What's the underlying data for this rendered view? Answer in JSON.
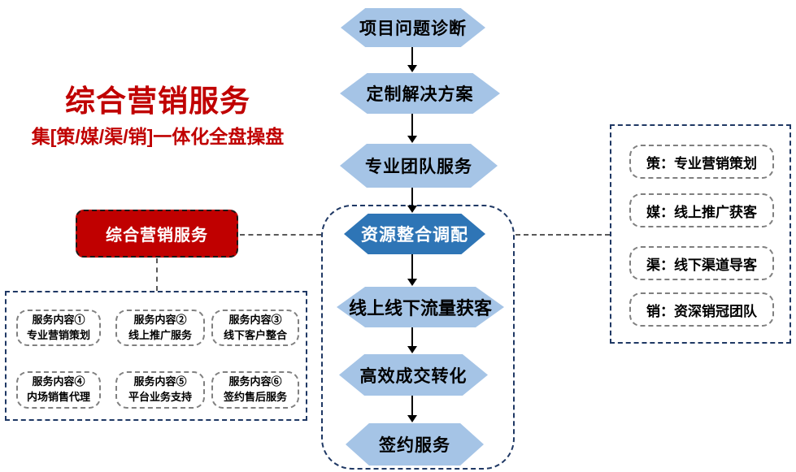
{
  "title": {
    "text": "综合营销服务",
    "color": "#C00000"
  },
  "subtitle": {
    "text": "集[策/媒/渠/销]一体化全盘操盘",
    "color": "#C00000"
  },
  "red_box": {
    "label": "综合营销服务",
    "fill": "#C00000",
    "text_color": "#FFFFFF"
  },
  "flow": {
    "steps": [
      {
        "label": "项目问题诊断",
        "variant": "light"
      },
      {
        "label": "定制解决方案",
        "variant": "light"
      },
      {
        "label": "专业团队服务",
        "variant": "light"
      },
      {
        "label": "资源整合调配",
        "variant": "dark"
      },
      {
        "label": "线上线下流量获客",
        "variant": "light"
      },
      {
        "label": "高效成交转化",
        "variant": "light"
      },
      {
        "label": "签约服务",
        "variant": "light"
      }
    ],
    "colors": {
      "light": "#A5C4E6",
      "dark": "#2E75B6"
    }
  },
  "services_box": {
    "items": [
      {
        "line1": "服务内容①",
        "line2": "专业营销策划"
      },
      {
        "line1": "服务内容②",
        "line2": "线上推广服务"
      },
      {
        "line1": "服务内容③",
        "line2": "线下客户整合"
      },
      {
        "line1": "服务内容④",
        "line2": "内场销售代理"
      },
      {
        "line1": "服务内容⑤",
        "line2": "平台业务支持"
      },
      {
        "line1": "服务内容⑥",
        "line2": "签约售后服务"
      }
    ]
  },
  "legend_box": {
    "items": [
      {
        "label": "策：专业营销策划"
      },
      {
        "label": "媒：线上推广获客"
      },
      {
        "label": "渠：线下渠道导客"
      },
      {
        "label": "销：资深销冠团队"
      }
    ]
  },
  "colors": {
    "dashed_navy": "#1F3864",
    "dashed_gray": "#7F7F7F",
    "connector_gray": "#595959"
  }
}
